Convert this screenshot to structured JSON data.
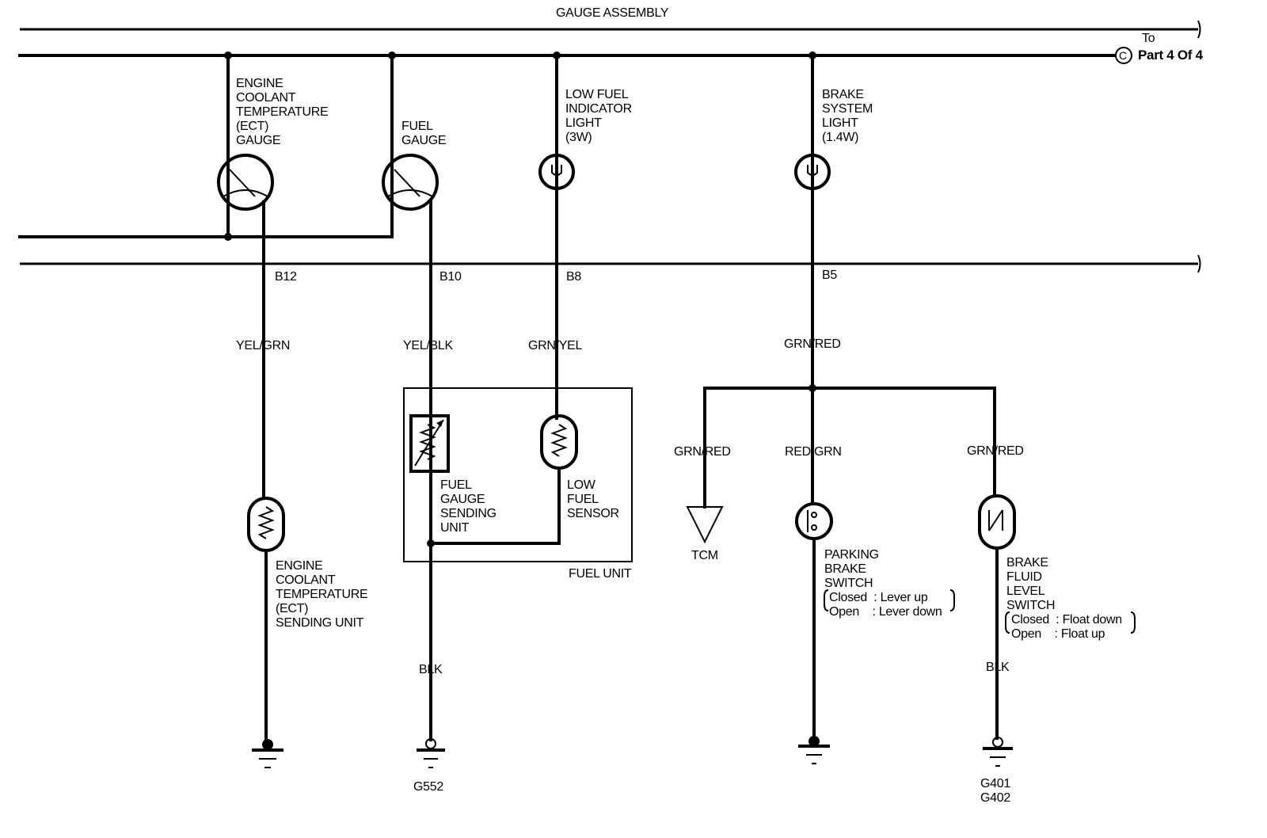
{
  "diagram": {
    "header_title": "GAUGE ASSEMBLY",
    "offpage": {
      "to": "To",
      "connector": "C",
      "ref": "Part 4 Of 4"
    },
    "components": {
      "ect_gauge": "ENGINE\nCOOLANT\nTEMPERATURE\n(ECT)\nGAUGE",
      "fuel_gauge": "FUEL\nGAUGE",
      "low_fuel_light": "LOW FUEL\nINDICATOR\nLIGHT\n(3W)",
      "brake_light": "BRAKE\nSYSTEM\nLIGHT\n(1.4W)",
      "ect_sender": "ENGINE\nCOOLANT\nTEMPERATURE\n(ECT)\nSENDING UNIT",
      "fuel_sender": "FUEL\nGAUGE\nSENDING\nUNIT",
      "low_fuel_sensor": "LOW\nFUEL\nSENSOR",
      "fuel_unit": "FUEL UNIT",
      "tcm": "TCM",
      "parking_brake_switch": "PARKING\nBRAKE\nSWITCH",
      "parking_brake_states": "Closed  : Lever up\nOpen    : Lever down",
      "brake_fluid_switch": "BRAKE\nFLUID\nLEVEL\nSWITCH",
      "brake_fluid_states": "Closed  : Float down\nOpen    : Float up"
    },
    "pins": {
      "b12": "B12",
      "b10": "B10",
      "b8": "B8",
      "b5": "B5"
    },
    "wire_colors": {
      "ect": "YEL/GRN",
      "fuel": "YEL/BLK",
      "low_fuel": "GRN/YEL",
      "brake_main": "GRN/RED",
      "tcm": "GRN/RED",
      "parking": "RED/GRN",
      "fluid": "GRN/RED",
      "fuel_ground": "BLK",
      "fluid_ground": "BLK"
    },
    "grounds": {
      "fuel": "G552",
      "fluid_1": "G401",
      "fluid_2": "G402"
    }
  }
}
